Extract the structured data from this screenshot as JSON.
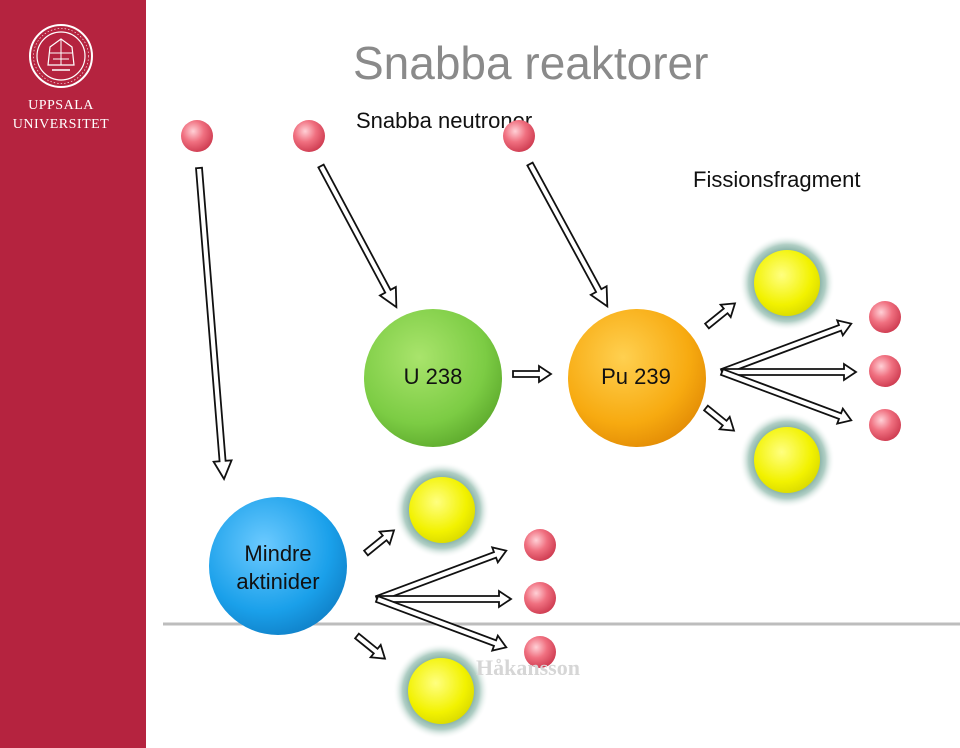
{
  "title": "Snabba reaktorer",
  "university": {
    "line1": "UPPSALA",
    "line2": "UNIVERSITET"
  },
  "labels": {
    "fast_neutrons": "Snabba neutroner",
    "fission_fragments": "Fissionsfragment"
  },
  "nuclei": {
    "u238": "U 238",
    "pu239": "Pu 239",
    "minor_actinides": "Mindre aktinider"
  },
  "watermark": "Håkansson",
  "colors": {
    "sidebar": "#b5233f",
    "u238": "#7ccc44",
    "pu239": "#f7aa10",
    "minor_actinides": "#1aa0ea",
    "fragment": "#f2f200",
    "fragment_glow": "#4e8a7e",
    "neutron": "#f07080"
  }
}
